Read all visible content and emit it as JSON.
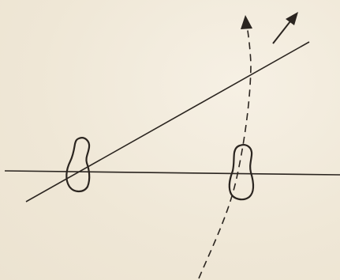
{
  "diagram": {
    "paper_color": "#f1e9da",
    "ink_color": "#2b2520",
    "elements": [
      "horizontal-line",
      "inclined-line-with-arrow",
      "left-footprint",
      "right-footprint",
      "dashed-curved-path-with-arrow"
    ]
  }
}
